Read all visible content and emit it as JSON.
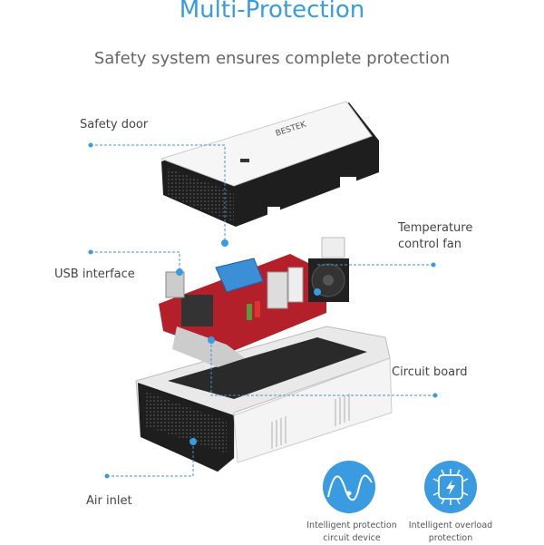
{
  "header": {
    "title": "Multi-Protection",
    "subtitle": "Safety system ensures complete protection"
  },
  "callouts": {
    "safety_door": "Safety door",
    "temperature_fan_line1": "Temperature",
    "temperature_fan_line2": "control fan",
    "usb_interface": "USB interface",
    "circuit_board": "Circuit board",
    "air_inlet": "Air inlet"
  },
  "features": [
    {
      "icon": "sine-wave-icon",
      "line1": "Intelligent protection",
      "line2": "circuit device"
    },
    {
      "icon": "chip-lightning-icon",
      "line1": "Intelligent overload",
      "line2": "protection"
    }
  ],
  "product": {
    "brand": "BESTEK"
  },
  "colors": {
    "accent": "#3a9be0",
    "leader": "#4a90c8",
    "pcb": "#b3202a"
  }
}
